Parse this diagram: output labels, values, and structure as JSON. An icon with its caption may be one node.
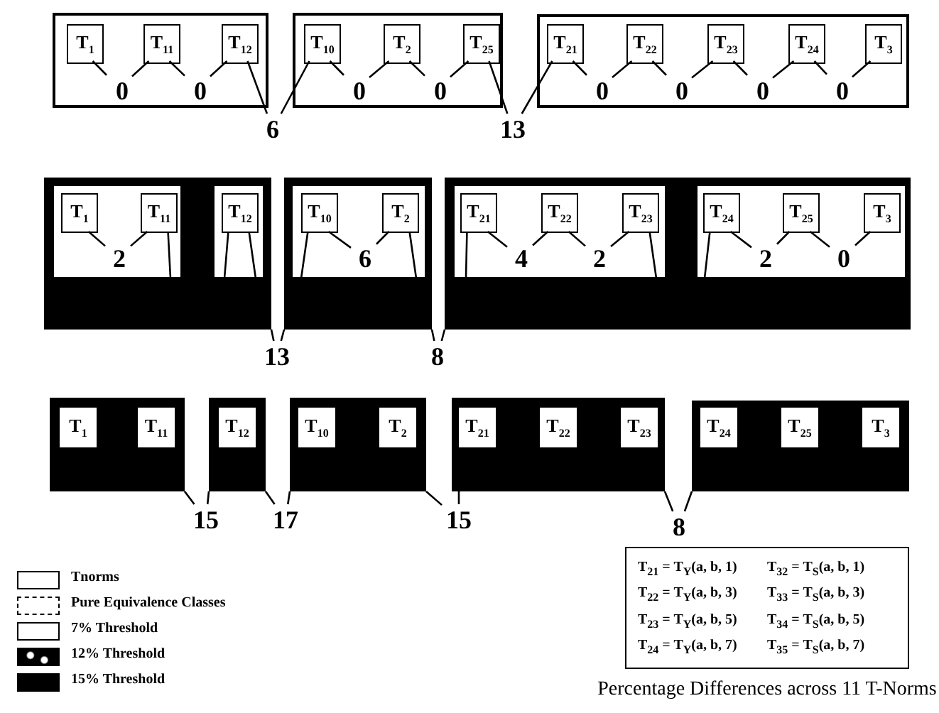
{
  "diagram": {
    "caption": "Percentage Differences across 11 T-Norms",
    "nodes": [
      {
        "text": [],
        "shape": "box"
      },
      {
        "text": [
          "T$_{1}$"
        ],
        "in": 0
      },
      {
        "text": [
          "T$_{11}$"
        ],
        "in": 0
      },
      {
        "text": [
          "T$_{12}$"
        ],
        "in": 0
      },
      {
        "text": [
          "0"
        ],
        "in": 0
      },
      {
        "text": [
          "0"
        ],
        "in": 0
      },
      {
        "text": [
          "6"
        ]
      },
      {
        "text": [],
        "shape": "box"
      },
      {
        "text": [
          "T$_{10}$"
        ],
        "in": 7
      },
      {
        "text": [
          "T$_{2}$"
        ],
        "in": 7
      },
      {
        "text": [
          "T$_{25}$"
        ],
        "in": 7
      },
      {
        "text": [
          "0"
        ],
        "in": 7
      },
      {
        "text": [
          "0"
        ],
        "in": 7
      },
      {
        "text": [
          "13"
        ]
      },
      {
        "text": [],
        "shape": "box"
      },
      {
        "text": [
          "T$_{21}$"
        ],
        "in": 14
      },
      {
        "text": [
          "T$_{22}$"
        ],
        "in": 14
      },
      {
        "text": [
          "T$_{23}$"
        ],
        "in": 14
      },
      {
        "text": [
          "T$_{24}$"
        ],
        "in": 14
      },
      {
        "text": [
          "T$_{3}$"
        ],
        "in": 14
      },
      {
        "text": [
          "0"
        ],
        "in": 14
      },
      {
        "text": [
          "0"
        ],
        "in": 14
      },
      {
        "text": [
          "0"
        ],
        "in": 14
      },
      {
        "text": [
          "0"
        ],
        "in": 14
      },
      {
        "text": [],
        "shape": "box"
      },
      {
        "text": [],
        "shape": "box",
        "in": 24
      },
      {
        "text": [
          "T$_{1}$"
        ],
        "in": 25
      },
      {
        "text": [
          "T$_{11}$"
        ],
        "in": 25
      },
      {
        "text": [
          "2"
        ],
        "in": 25
      },
      {
        "text": [],
        "shape": "box",
        "in": 24
      },
      {
        "text": [
          "T$_{12}$"
        ],
        "in": 29
      },
      {
        "text": [
          "13"
        ]
      },
      {
        "text": [],
        "shape": "box"
      },
      {
        "text": [],
        "shape": "box",
        "in": 32
      },
      {
        "text": [
          "T$_{10}$"
        ],
        "in": 33
      },
      {
        "text": [
          "T$_{2}$"
        ],
        "in": 33
      },
      {
        "text": [
          "6"
        ],
        "in": 33
      },
      {
        "text": [
          "8"
        ]
      },
      {
        "text": [],
        "shape": "box"
      },
      {
        "text": [],
        "shape": "box",
        "in": 38
      },
      {
        "text": [
          "T$_{21}$"
        ],
        "in": 39
      },
      {
        "text": [
          "T$_{22}$"
        ],
        "in": 39
      },
      {
        "text": [
          "T$_{23}$"
        ],
        "in": 39
      },
      {
        "text": [
          "4"
        ],
        "in": 39
      },
      {
        "text": [
          "2"
        ],
        "in": 39
      },
      {
        "text": [],
        "shape": "box",
        "in": 38
      },
      {
        "text": [
          "T$_{24}$"
        ],
        "in": 45
      },
      {
        "text": [
          "T$_{25}$"
        ],
        "in": 45
      },
      {
        "text": [
          "T$_{3}$"
        ],
        "in": 45
      },
      {
        "text": [
          "2"
        ],
        "in": 45
      },
      {
        "text": [
          "0"
        ],
        "in": 45
      },
      {
        "text": [],
        "shape": "box"
      },
      {
        "text": [
          "T$_{1}$"
        ],
        "in": 51
      },
      {
        "text": [
          "T$_{11}$"
        ],
        "in": 51
      },
      {
        "text": [
          "15"
        ]
      },
      {
        "text": [],
        "shape": "box"
      },
      {
        "text": [
          "T$_{12}$"
        ],
        "in": 55
      },
      {
        "text": [
          "17"
        ]
      },
      {
        "text": [],
        "shape": "box"
      },
      {
        "text": [
          "T$_{10}$"
        ],
        "in": 58
      },
      {
        "text": [
          "T$_{2}$"
        ],
        "in": 58
      },
      {
        "text": [
          "15"
        ]
      },
      {
        "text": [],
        "shape": "box"
      },
      {
        "text": [
          "T$_{21}$"
        ],
        "in": 62
      },
      {
        "text": [
          "T$_{22}$"
        ],
        "in": 62
      },
      {
        "text": [
          "T$_{23}$"
        ],
        "in": 62
      },
      {
        "text": [
          "8"
        ]
      },
      {
        "text": [],
        "shape": "box"
      },
      {
        "text": [
          "T$_{24}$"
        ],
        "in": 67
      },
      {
        "text": [
          "T$_{25}$"
        ],
        "in": 67
      },
      {
        "text": [
          "T$_{3}$"
        ],
        "in": 67
      }
    ],
    "edges": [
      {
        "from": 1,
        "to": 4,
        "arrow": "none"
      },
      {
        "from": 2,
        "to": 4,
        "arrow": "none"
      },
      {
        "from": 2,
        "to": 5,
        "arrow": "none"
      },
      {
        "from": 3,
        "to": 5,
        "arrow": "none"
      },
      {
        "from": 3,
        "to": 6,
        "arrow": "none"
      },
      {
        "from": 8,
        "to": 6,
        "arrow": "none"
      },
      {
        "from": 8,
        "to": 11,
        "arrow": "none"
      },
      {
        "from": 9,
        "to": 11,
        "arrow": "none"
      },
      {
        "from": 9,
        "to": 12,
        "arrow": "none"
      },
      {
        "from": 10,
        "to": 12,
        "arrow": "none"
      },
      {
        "from": 10,
        "to": 13,
        "arrow": "none"
      },
      {
        "from": 15,
        "to": 13,
        "arrow": "none"
      },
      {
        "from": 15,
        "to": 20,
        "arrow": "none"
      },
      {
        "from": 16,
        "to": 20,
        "arrow": "none"
      },
      {
        "from": 16,
        "to": 21,
        "arrow": "none"
      },
      {
        "from": 17,
        "to": 21,
        "arrow": "none"
      },
      {
        "from": 17,
        "to": 22,
        "arrow": "none"
      },
      {
        "from": 18,
        "to": 22,
        "arrow": "none"
      },
      {
        "from": 18,
        "to": 23,
        "arrow": "none"
      },
      {
        "from": 19,
        "to": 23,
        "arrow": "none"
      },
      {
        "from": 26,
        "to": 28,
        "arrow": "none"
      },
      {
        "from": 27,
        "to": 28,
        "arrow": "none"
      },
      {
        "from": 27,
        "to": null,
        "arrow": "none"
      },
      {
        "from": 30,
        "to": null,
        "arrow": "none"
      },
      {
        "from": 30,
        "to": null,
        "arrow": "none"
      },
      {
        "from": 24,
        "to": 31,
        "arrow": "none"
      },
      {
        "from": 32,
        "to": 31,
        "arrow": "none"
      },
      {
        "from": 34,
        "to": null,
        "arrow": "none"
      },
      {
        "from": 34,
        "to": 36,
        "arrow": "none"
      },
      {
        "from": 35,
        "to": 36,
        "arrow": "none"
      },
      {
        "from": 35,
        "to": null,
        "arrow": "none"
      },
      {
        "from": 32,
        "to": 37,
        "arrow": "none"
      },
      {
        "from": 38,
        "to": 37,
        "arrow": "none"
      },
      {
        "from": 40,
        "to": null,
        "arrow": "none"
      },
      {
        "from": 40,
        "to": 43,
        "arrow": "none"
      },
      {
        "from": 41,
        "to": 43,
        "arrow": "none"
      },
      {
        "from": 41,
        "to": 44,
        "arrow": "none"
      },
      {
        "from": 42,
        "to": 44,
        "arrow": "none"
      },
      {
        "from": 42,
        "to": null,
        "arrow": "none"
      },
      {
        "from": 46,
        "to": null,
        "arrow": "none"
      },
      {
        "from": 46,
        "to": 49,
        "arrow": "none"
      },
      {
        "from": 47,
        "to": 49,
        "arrow": "none"
      },
      {
        "from": 47,
        "to": 50,
        "arrow": "none"
      },
      {
        "from": 48,
        "to": 50,
        "arrow": "none"
      },
      {
        "from": 51,
        "to": 54,
        "arrow": "none"
      },
      {
        "from": 55,
        "to": 54,
        "arrow": "none"
      },
      {
        "from": 55,
        "to": 57,
        "arrow": "none"
      },
      {
        "from": 58,
        "to": 57,
        "arrow": "none"
      },
      {
        "from": 58,
        "to": 61,
        "arrow": "none"
      },
      {
        "from": 62,
        "to": 61,
        "arrow": "none"
      },
      {
        "from": 62,
        "to": 66,
        "arrow": "none"
      },
      {
        "from": 67,
        "to": 66,
        "arrow": "none"
      }
    ],
    "labels": [
      "T$_{21}$ = T$_{Y}$(a, b, 1)",
      "T$_{32}$ = T$_{S}$(a, b, 1)",
      "T$_{22}$ = T$_{Y}$(a, b, 3)",
      "T$_{33}$ = T$_{S}$(a, b, 3)",
      "T$_{23}$ = T$_{Y}$(a, b, 5)",
      "T$_{34}$ = T$_{S}$(a, b, 5)",
      "T$_{24}$ = T$_{Y}$(a, b, 7)",
      "T$_{35}$ = T$_{S}$(a, b, 7)"
    ],
    "legend": [
      {
        "text": "Tnorms",
        "color": "#ffffff"
      },
      {
        "text": "Pure Equivalence Classes",
        "color": "#ffffff"
      },
      {
        "text": "7% Threshold",
        "color": "#ffffff"
      },
      {
        "text": "12% Threshold",
        "color": "#000000"
      },
      {
        "text": "15% Threshold",
        "color": "#000000"
      }
    ]
  }
}
